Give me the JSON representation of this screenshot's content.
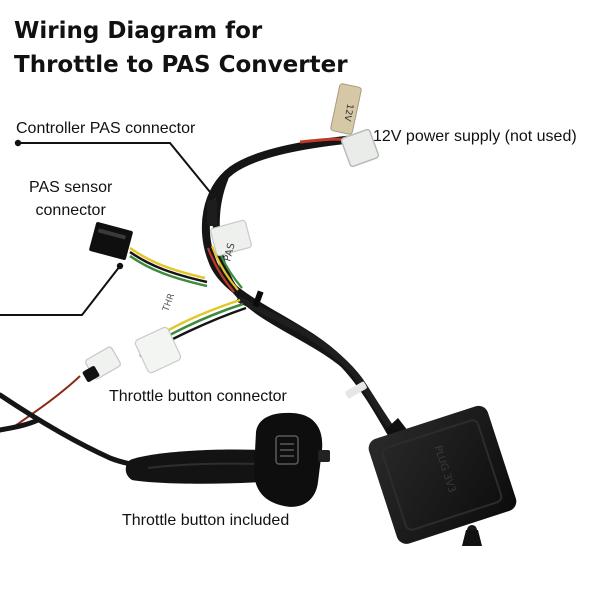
{
  "title": {
    "line1": "Wiring Diagram for",
    "line2": "Throttle to PAS Converter"
  },
  "labels": {
    "controller_pas": "Controller PAS connector",
    "power_supply": "12V power supply (not used)",
    "pas_sensor_line1": "PAS sensor",
    "pas_sensor_line2": "connector",
    "throttle_button_connector": "Throttle button connector",
    "throttle_button_included": "Throttle button included"
  },
  "product_text": {
    "box_marking": "PLUG 3V3",
    "tag_12v": "12V",
    "tag_pas": "PAS",
    "tag_throttle": "THR"
  },
  "colors": {
    "cable": "#151515",
    "connector_white": "#e9ece9",
    "wire_red": "#c0392b",
    "wire_yellow": "#e3c52c",
    "wire_green": "#3d8b3d",
    "wire_white": "#dddddd"
  }
}
